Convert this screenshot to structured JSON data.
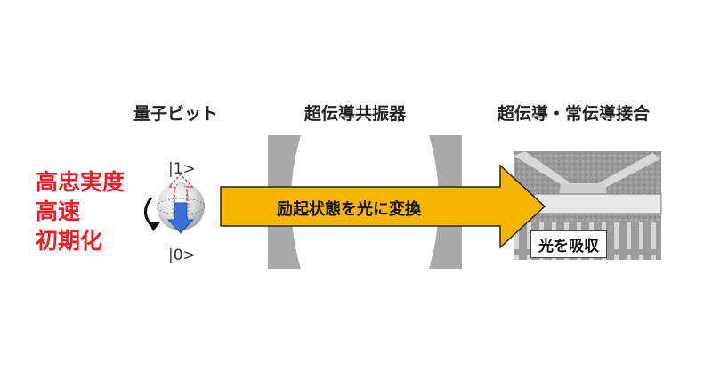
{
  "headings": {
    "qubit": "量子ビット",
    "resonator": "超伝導共振器",
    "junction": "超伝導・常伝導接合"
  },
  "left_text": {
    "line1": "高忠実度",
    "line2": "高速",
    "line3": "初期化"
  },
  "qubit_states": {
    "excited": "|1>",
    "ground": "|0>"
  },
  "arrow": {
    "label": "励起状態を光に変換",
    "fill_color": "#f7b500",
    "stroke_color": "#222222"
  },
  "junction": {
    "absorb_label": "光を吸収"
  },
  "colors": {
    "accent_red": "#ee1c25",
    "resonator_gray": "#a9a9a9",
    "qubit_blue": "#3c6fd8",
    "qubit_red_dashed": "#e03030"
  }
}
